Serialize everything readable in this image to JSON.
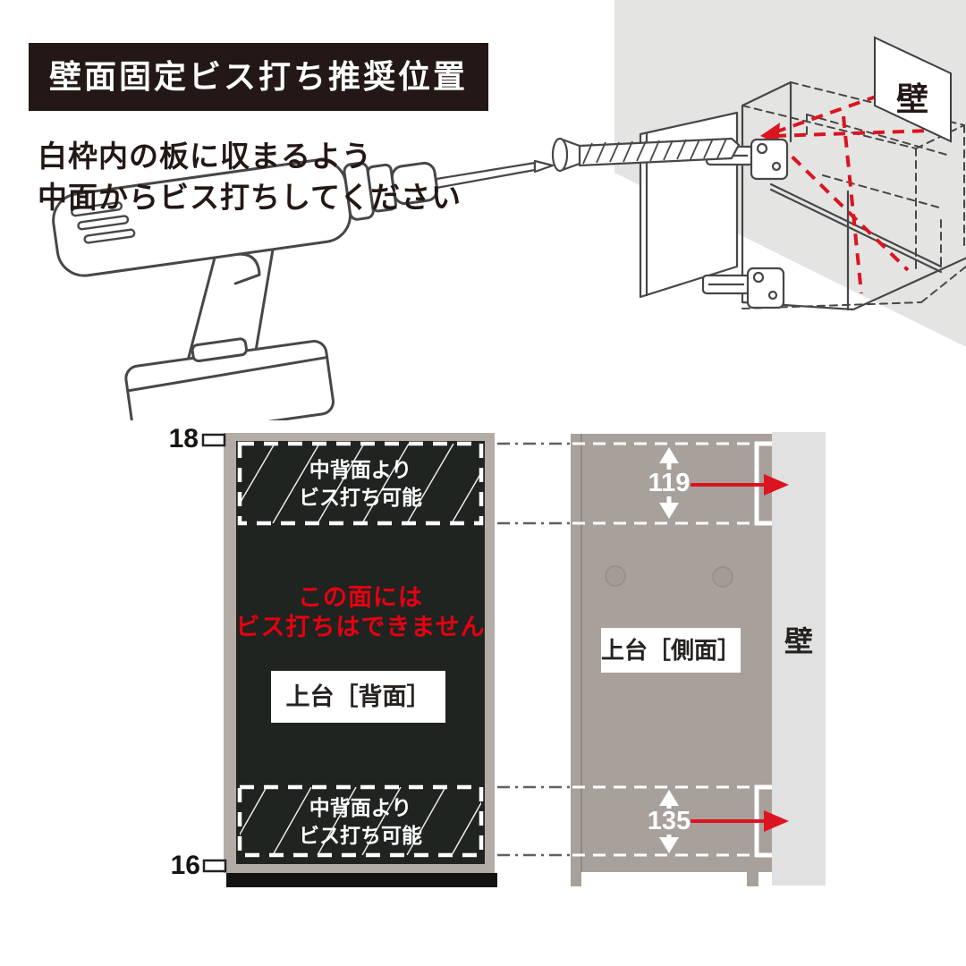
{
  "title_banner": "壁面固定ビス打ち推奨位置",
  "instructions": {
    "line1": "白枠内の板に収まるよう",
    "line2": "中面からビス打ちしてください"
  },
  "illustration": {
    "wall_label": "壁"
  },
  "back_view": {
    "top_thickness": "18",
    "bottom_thickness": "16",
    "allowed_zone": {
      "line1": "中背面より",
      "line2": "ビス打ち可能"
    },
    "warning": {
      "line1": "この面には",
      "line2": "ビス打ちはできません"
    },
    "panel_label": "上台［背面］"
  },
  "side_view": {
    "upper_zone_height": "119",
    "lower_zone_height": "135",
    "panel_label": "上台［側面］",
    "wall_label": "壁"
  },
  "colors": {
    "banner_bg": "#231815",
    "panel_dark": "#1f2420",
    "frame_gray": "#b3aba6",
    "side_panel_gray": "#a8a09b",
    "wall_strip": "#e0e1e0",
    "wall_fill": "#e4e5e3",
    "accent_red": "#dc1420",
    "warning_red": "#e60012"
  }
}
